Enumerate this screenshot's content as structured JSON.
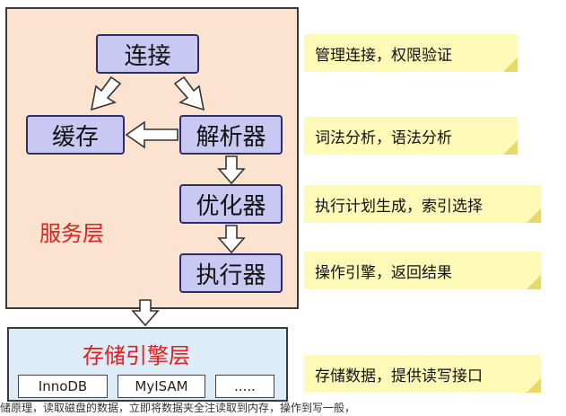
{
  "layers": {
    "service": "服务层",
    "storage": "存储引擎层"
  },
  "nodes": {
    "connect": "连接",
    "cache": "缓存",
    "parser": "解析器",
    "optimizer": "优化器",
    "executor": "执行器"
  },
  "engines": [
    "InnoDB",
    "MyISAM",
    "....."
  ],
  "notes": [
    "管理连接，权限验证",
    "词法分析，语法分析",
    "执行计划生成，索引选择",
    "操作引擎，返回结果",
    "存储数据，提供读写接口"
  ],
  "footer": "储原理，读取磁盘的数据，立即将数据夹全注读取到内存，操作到写一般，"
}
